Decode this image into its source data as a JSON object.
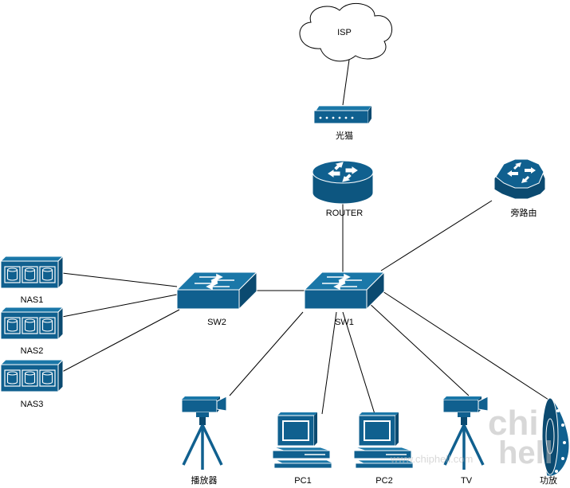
{
  "nodes": {
    "isp": "ISP",
    "modem": "光猫",
    "router": "ROUTER",
    "bypass_router": "旁路由",
    "nas1": "NAS1",
    "nas2": "NAS2",
    "nas3": "NAS3",
    "sw2": "SW2",
    "sw1": "SW1",
    "player": "播放器",
    "pc1": "PC1",
    "pc2": "PC2",
    "tv": "TV",
    "amplifier": "功放"
  },
  "watermark": {
    "logo": "chiphell",
    "url": "www.chiphell.com"
  },
  "colors": {
    "device": "#10608f",
    "device_dark": "#0b4a70",
    "line": "#000000",
    "cloud_fill": "#ffffff"
  },
  "icons": {
    "isp": "cloud-icon",
    "modem": "modem-icon",
    "router": "router-icon",
    "bypass_router": "router-icon",
    "nas": "storage-array-icon",
    "switch": "switch-icon",
    "camera": "camera-tripod-icon",
    "pc": "workstation-icon",
    "amplifier": "speaker-icon"
  }
}
